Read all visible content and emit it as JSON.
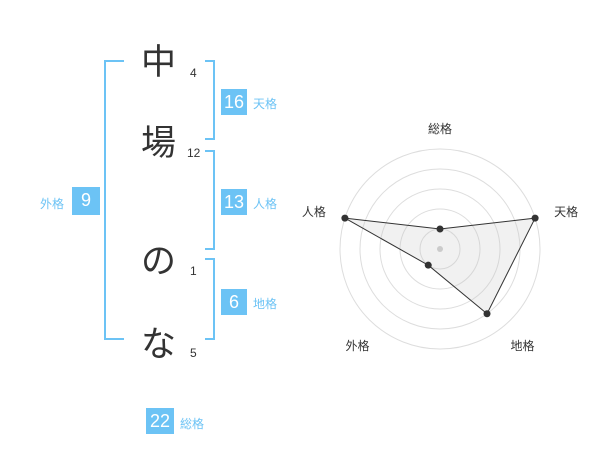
{
  "name": {
    "chars": [
      {
        "char": "中",
        "strokes": "4"
      },
      {
        "char": "場",
        "strokes": "12"
      },
      {
        "char": "の",
        "strokes": "1"
      },
      {
        "char": "な",
        "strokes": "5"
      }
    ]
  },
  "kaku": {
    "ten": {
      "value": "16",
      "label": "天格"
    },
    "jin": {
      "value": "13",
      "label": "人格"
    },
    "chi": {
      "value": "6",
      "label": "地格"
    },
    "gai": {
      "value": "9",
      "label": "外格"
    },
    "sou": {
      "value": "22",
      "label": "総格"
    }
  },
  "colors": {
    "accent": "#6cc3f5",
    "text": "#333333",
    "grid": "#dddddd"
  },
  "chart_data": {
    "type": "radar",
    "axes": [
      "総格",
      "天格",
      "地格",
      "外格",
      "人格"
    ],
    "values": [
      1,
      5,
      4,
      1,
      5
    ],
    "max": 5,
    "grid_levels": 5
  }
}
